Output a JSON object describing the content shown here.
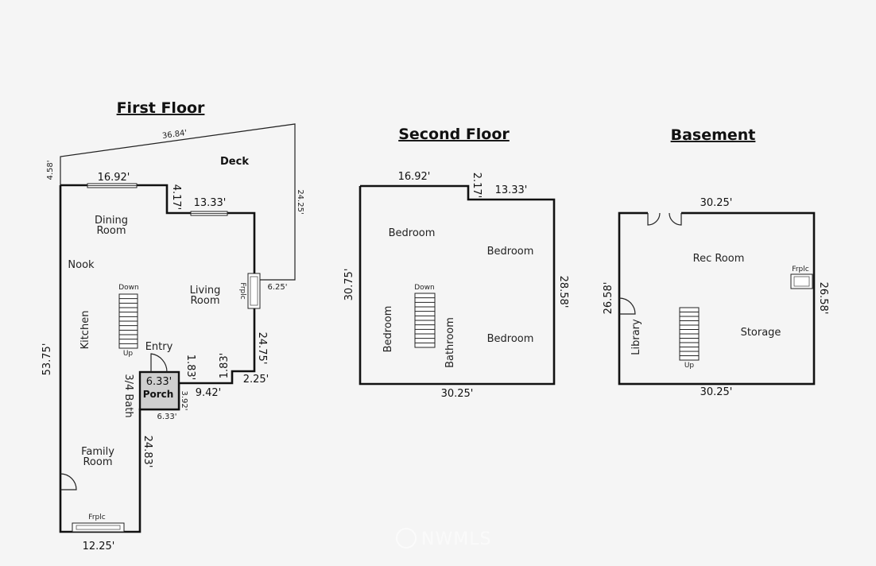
{
  "titles": {
    "first_floor": "First Floor",
    "second_floor": "Second Floor",
    "basement": "Basement"
  },
  "first_floor": {
    "rooms": {
      "deck": "Deck",
      "dining": "Dining",
      "room": "Room",
      "nook": "Nook",
      "kitchen": "Kitchen",
      "living": "Living",
      "entry": "Entry",
      "porch": "Porch",
      "bath": "3/4 Bath",
      "family": "Family"
    },
    "labels": {
      "down": "Down",
      "up": "Up",
      "frplc": "Frplc"
    },
    "dims": {
      "top_slant": "36.84'",
      "left_small": "4.58'",
      "top_left": "16.92'",
      "jog": "4.17'",
      "top_mid": "13.33'",
      "deck_right": "24.25'",
      "deck_bottom": "6.25'",
      "left": "53.75'",
      "right_mid": "24.75'",
      "stair_183a": "1.83'",
      "stair_183b": "1.83'",
      "right_225": "2.25'",
      "porch_top": "6.33'",
      "porch_bottom": "6.33'",
      "porch_right": "3.92'",
      "bottom_942": "9.42'",
      "right_lower": "24.83'",
      "bottom": "12.25'"
    }
  },
  "second_floor": {
    "rooms": {
      "bedroom_tl": "Bedroom",
      "bedroom_r": "Bedroom",
      "bedroom_br": "Bedroom",
      "bedroom_v": "Bedroom",
      "bathroom": "Bathroom"
    },
    "labels": {
      "down": "Down"
    },
    "dims": {
      "top_left": "16.92'",
      "jog": "2.17'",
      "top_right": "13.33'",
      "left": "30.75'",
      "right": "28.58'",
      "bottom": "30.25'"
    }
  },
  "basement": {
    "rooms": {
      "rec": "Rec Room",
      "storage": "Storage",
      "library": "Library"
    },
    "labels": {
      "up": "Up",
      "frplc": "Frplc"
    },
    "dims": {
      "top": "30.25'",
      "left": "26.58'",
      "right": "26.58'",
      "bottom": "30.25'"
    }
  },
  "watermark": "NWMLS"
}
